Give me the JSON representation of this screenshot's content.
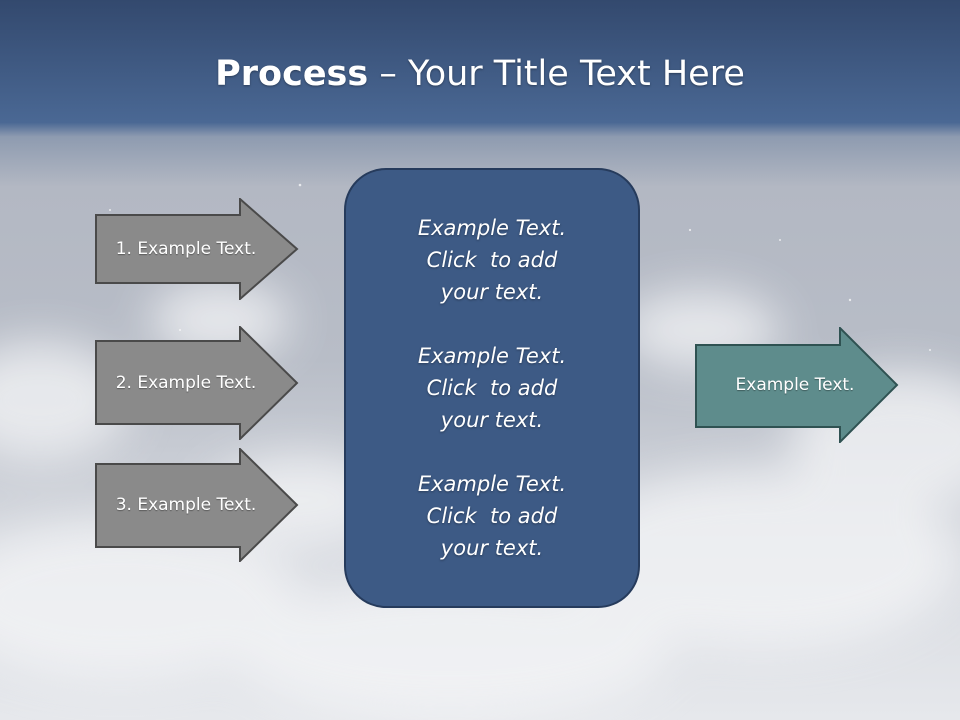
{
  "slide": {
    "title_bold": "Process",
    "title_rest": " – Your Title Text Here"
  },
  "left_arrows": [
    {
      "label": "1. Example Text."
    },
    {
      "label": "2. Example Text."
    },
    {
      "label": "3. Example Text."
    }
  ],
  "center_box": {
    "paragraphs": [
      {
        "lines": [
          "Example Text.",
          "Click  to add",
          "your text."
        ]
      },
      {
        "lines": [
          "Example Text.",
          "Click  to add",
          "your text."
        ]
      },
      {
        "lines": [
          "Example Text.",
          "Click  to add",
          "your text."
        ]
      }
    ]
  },
  "right_arrow": {
    "label": "Example Text."
  },
  "colors": {
    "left_arrow_fill": "#8a8a8a",
    "center_box_fill": "#3d5a85",
    "right_arrow_fill": "#5e8c8c",
    "header_band": "#41608f"
  }
}
